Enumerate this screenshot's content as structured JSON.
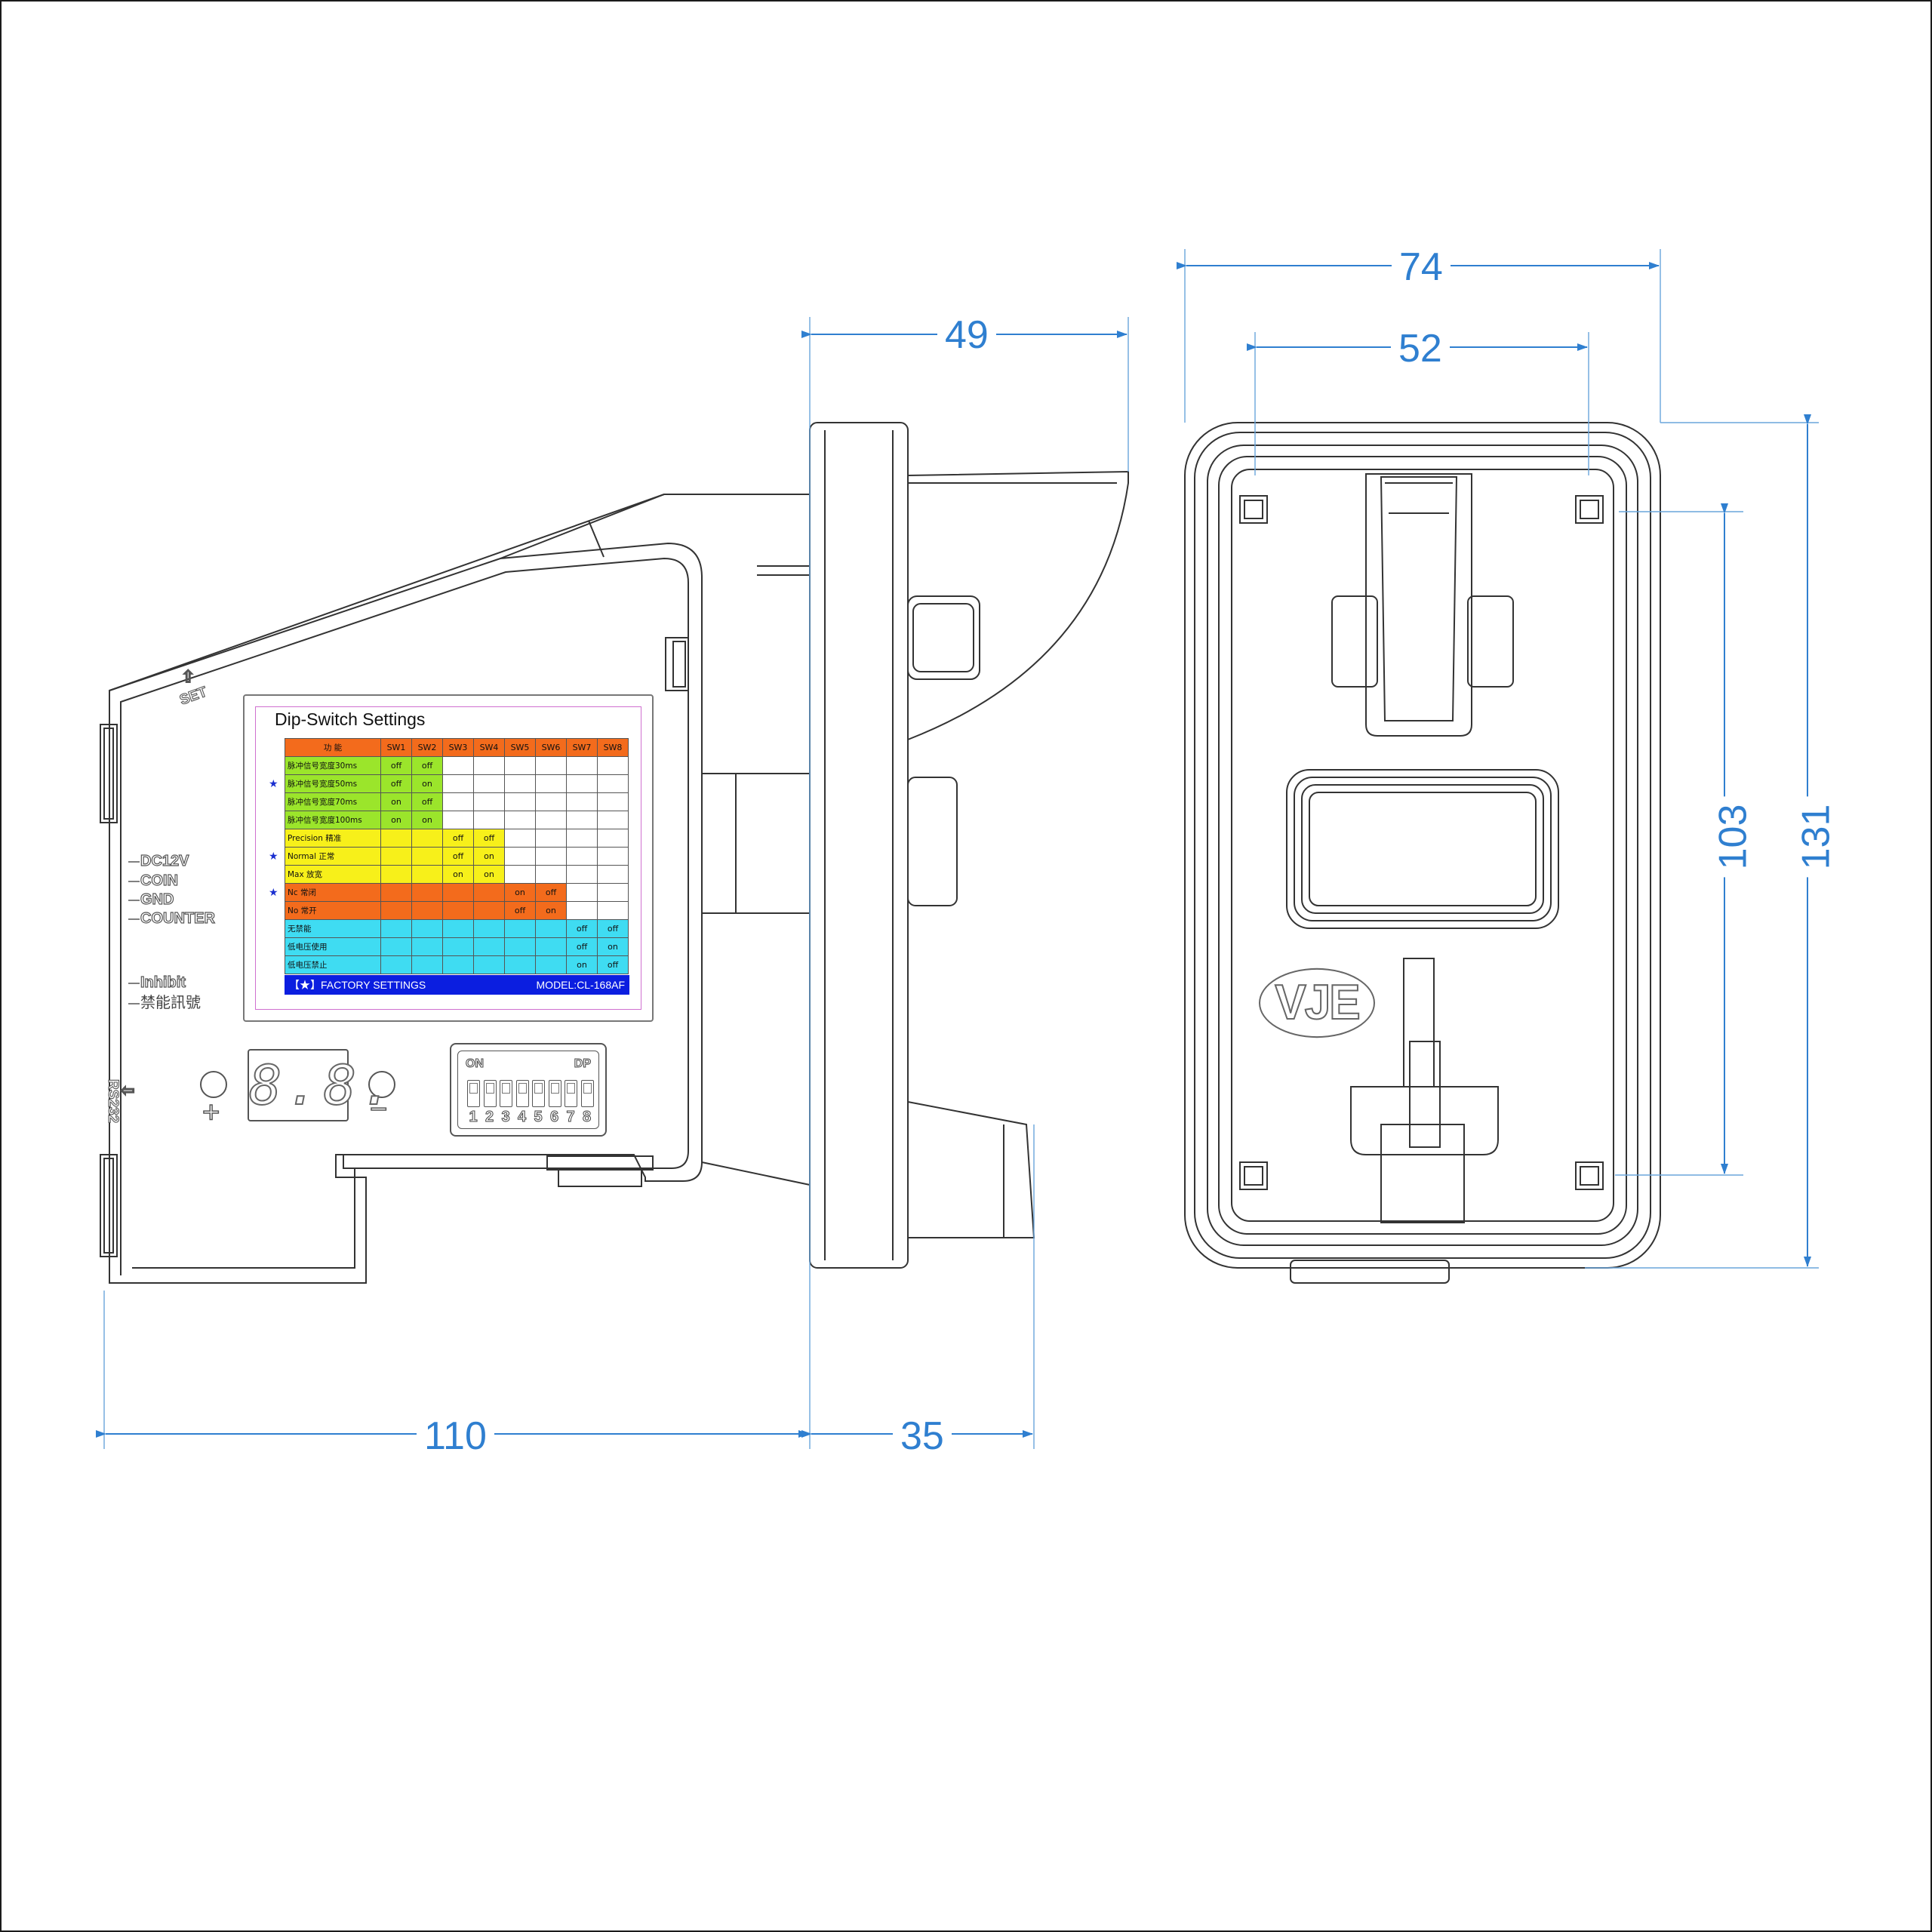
{
  "dimensions": {
    "side_length": "110",
    "side_depth_front": "35",
    "side_depth_top": "49",
    "front_width_outer": "74",
    "front_width_inner": "52",
    "front_height_inner": "103",
    "front_height_outer": "131"
  },
  "connector_pins": {
    "dc12v": "DC12V",
    "coin": "COIN",
    "gnd": "GND",
    "counter": "COUNTER",
    "inhibit": "Inhibit",
    "inhibit_cn": "禁能訊號",
    "rs232": "RS232",
    "set": "SET"
  },
  "dip_label": {
    "title": "Dip-Switch Settings",
    "header": [
      "功 能",
      "SW1",
      "SW2",
      "SW3",
      "SW4",
      "SW5",
      "SW6",
      "SW7",
      "SW8"
    ],
    "rows": [
      {
        "fn": "脉冲信号宽度30ms",
        "cells": [
          "off",
          "off",
          "",
          "",
          "",
          "",
          "",
          ""
        ],
        "group": "g",
        "star": false
      },
      {
        "fn": "脉冲信号宽度50ms",
        "cells": [
          "off",
          "on",
          "",
          "",
          "",
          "",
          "",
          ""
        ],
        "group": "g",
        "star": true
      },
      {
        "fn": "脉冲信号宽度70ms",
        "cells": [
          "on",
          "off",
          "",
          "",
          "",
          "",
          "",
          ""
        ],
        "group": "g",
        "star": false
      },
      {
        "fn": "脉冲信号宽度100ms",
        "cells": [
          "on",
          "on",
          "",
          "",
          "",
          "",
          "",
          ""
        ],
        "group": "g",
        "star": false
      },
      {
        "fn": "Precision  精准",
        "cells": [
          "",
          "",
          "off",
          "off",
          "",
          "",
          "",
          ""
        ],
        "group": "y",
        "star": false
      },
      {
        "fn": "Normal    正常",
        "cells": [
          "",
          "",
          "off",
          "on",
          "",
          "",
          "",
          ""
        ],
        "group": "y",
        "star": true
      },
      {
        "fn": "Max       放宽",
        "cells": [
          "",
          "",
          "on",
          "on",
          "",
          "",
          "",
          ""
        ],
        "group": "y",
        "star": false
      },
      {
        "fn": "Nc        常闭",
        "cells": [
          "",
          "",
          "",
          "",
          "on",
          "off",
          "",
          ""
        ],
        "group": "o",
        "star": true
      },
      {
        "fn": "No        常开",
        "cells": [
          "",
          "",
          "",
          "",
          "off",
          "on",
          "",
          ""
        ],
        "group": "o",
        "star": false
      },
      {
        "fn": "无禁能",
        "cells": [
          "",
          "",
          "",
          "",
          "",
          "",
          "off",
          "off"
        ],
        "group": "c",
        "star": false
      },
      {
        "fn": "低电压使用",
        "cells": [
          "",
          "",
          "",
          "",
          "",
          "",
          "off",
          "on"
        ],
        "group": "c",
        "star": false
      },
      {
        "fn": "低电压禁止",
        "cells": [
          "",
          "",
          "",
          "",
          "",
          "",
          "on",
          "off"
        ],
        "group": "c",
        "star": false
      }
    ],
    "footer_left": "【★】FACTORY SETTINGS",
    "footer_right": "MODEL:CL-168AF"
  },
  "panel": {
    "display": "8.8.",
    "plus": "+",
    "minus": "−",
    "dip_on": "ON",
    "dip_dp": "DP",
    "dip_numbers": [
      "1",
      "2",
      "3",
      "4",
      "5",
      "6",
      "7",
      "8"
    ]
  },
  "brand": "VJE",
  "colors": {
    "dimension": "#2f7fd0",
    "header_orange": "#f36b1c",
    "green": "#9be52b",
    "yellow": "#f7f01a",
    "cyan": "#3fdcf2",
    "footer_blue": "#0b1ee0"
  }
}
